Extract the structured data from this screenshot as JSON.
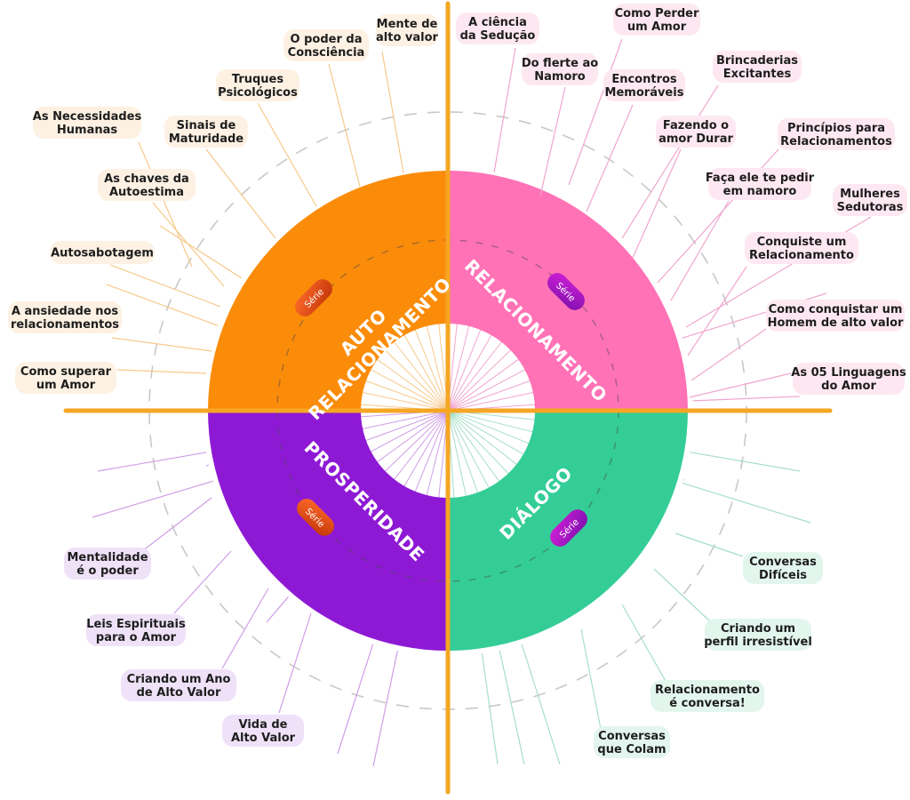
{
  "colors": {
    "background": "#ffffff",
    "axis": "#f5a623",
    "dashed_ring": "#c8c8c8"
  },
  "center": {
    "serie_label": "Série"
  },
  "segments": [
    {
      "id": "auto",
      "label_lines": [
        "AUTO",
        "RELACIONAMENTO"
      ],
      "color": "#fb8c0a",
      "pill_from": "#ff5a1f",
      "pill_to": "#c4380a",
      "spoke_color": "#f7c98a",
      "chip_fill": "#fdf1e3",
      "topics": [
        {
          "lines": [
            "Mente de",
            "alto valor"
          ]
        },
        {
          "lines": [
            "O poder da",
            "Consciência"
          ]
        },
        {
          "lines": [
            "Truques",
            "Psicológicos"
          ]
        },
        {
          "lines": [
            "Sinais de",
            "Maturidade"
          ]
        },
        {
          "lines": [
            "As Necessidades",
            "Humanas"
          ]
        },
        {
          "lines": [
            "As chaves da",
            "Autoestima"
          ]
        },
        {
          "lines": [
            "Autosabotagem"
          ]
        },
        {
          "lines": [
            "A ansiedade nos",
            "relacionamentos"
          ]
        },
        {
          "lines": [
            "Como superar",
            "um Amor"
          ]
        }
      ]
    },
    {
      "id": "relacionamento",
      "label_lines": [
        "RELACIONAMENTO"
      ],
      "color": "#ff72b6",
      "pill_from": "#c01ad0",
      "pill_to": "#8a12b0",
      "spoke_color": "#f0a6cf",
      "chip_fill": "#fde8f1",
      "topics": [
        {
          "lines": [
            "A ciência",
            "da Sedução"
          ]
        },
        {
          "lines": [
            "Como Perder",
            "um Amor"
          ]
        },
        {
          "lines": [
            "Do flerte ao",
            "Namoro"
          ]
        },
        {
          "lines": [
            "Encontros",
            "Memoráveis"
          ]
        },
        {
          "lines": [
            "Brincaderias",
            "Excitantes"
          ]
        },
        {
          "lines": [
            "Fazendo o",
            "amor Durar"
          ]
        },
        {
          "lines": [
            "Princípios para",
            "Relacionamentos"
          ]
        },
        {
          "lines": [
            "Faça ele te pedir",
            "em namoro"
          ]
        },
        {
          "lines": [
            "Mulheres",
            "Sedutoras"
          ]
        },
        {
          "lines": [
            "Conquiste um",
            "Relacionamento"
          ]
        },
        {
          "lines": [
            "Como conquistar um",
            "Homem de alto valor"
          ]
        },
        {
          "lines": [
            "As 05 Linguagens",
            "do Amor"
          ]
        }
      ]
    },
    {
      "id": "prosperidade",
      "label_lines": [
        "PROSPERIDADE"
      ],
      "color": "#8e19d5",
      "pill_from": "#ff5a1f",
      "pill_to": "#c4380a",
      "spoke_color": "#cf9ee6",
      "chip_fill": "#efe2f8",
      "topics": [
        {
          "lines": [
            "Mentalidade",
            "é o poder"
          ]
        },
        {
          "lines": [
            "Leis Espirituais",
            "para o Amor"
          ]
        },
        {
          "lines": [
            "Criando um Ano",
            "de Alto Valor"
          ]
        },
        {
          "lines": [
            "Vida de",
            "Alto Valor"
          ]
        }
      ]
    },
    {
      "id": "dialogo",
      "label_lines": [
        "DIÁLOGO"
      ],
      "color": "#34cd97",
      "pill_from": "#c01ad0",
      "pill_to": "#8a12b0",
      "spoke_color": "#a5dfc6",
      "chip_fill": "#e3f6ee",
      "topics": [
        {
          "lines": [
            "Conversas",
            "Difíceis"
          ]
        },
        {
          "lines": [
            "Criando um",
            "perfil irresistível"
          ]
        },
        {
          "lines": [
            "Relacionamento",
            "é conversa!"
          ]
        },
        {
          "lines": [
            "Conversas",
            "que Colam"
          ]
        }
      ]
    }
  ]
}
